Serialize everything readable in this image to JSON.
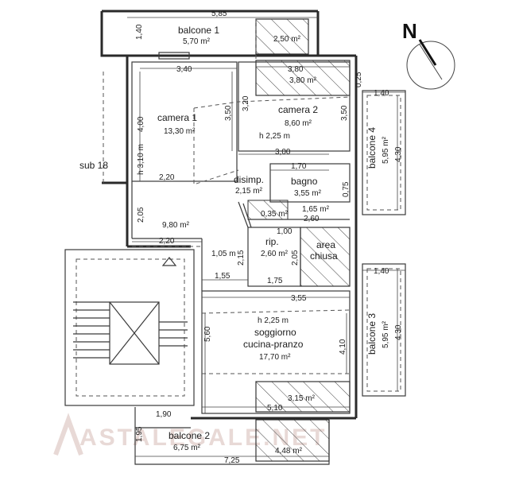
{
  "compass": {
    "label": "N"
  },
  "watermark": "ASTALEGALE.NET",
  "rooms": {
    "balcone1": {
      "name": "balcone 1",
      "area": "5,70 m²"
    },
    "balcone1_ext": {
      "area": "2,50 m²"
    },
    "loggia_top": {
      "area": "3,80 m²"
    },
    "camera1": {
      "name": "camera 1",
      "area": "13,30 m²"
    },
    "camera2": {
      "name": "camera 2",
      "area": "8,60 m²"
    },
    "camera2_h": "h 2,25 m",
    "disimp": {
      "name": "disimp.",
      "area": "2,15 m²"
    },
    "bagno": {
      "name": "bagno",
      "area": "3,55 m²"
    },
    "corridor": {
      "area": "9,80 m²"
    },
    "small": {
      "area": "0,35 m²"
    },
    "small2": {
      "area": "1,65 m²"
    },
    "rip": {
      "name": "rip.",
      "area": "2,60 m²"
    },
    "area_chiusa": {
      "name1": "area",
      "name2": "chiusa"
    },
    "soggiorno": {
      "name1": "soggiorno",
      "name2": "cucina-pranzo",
      "area": "17,70 m²"
    },
    "soggiorno_h": "h 2,25 m",
    "loggia_bottom": {
      "area": "3,15 m²"
    },
    "balcone2": {
      "name": "balcone 2",
      "area": "6,75 m²"
    },
    "balcone2_ext": {
      "area": "4,48 m²"
    },
    "balcone3": {
      "name": "balcone 3",
      "area": "5,95 m²"
    },
    "balcone4": {
      "name": "balcone 4",
      "area": "5,95 m²"
    },
    "sub": "sub 18"
  },
  "dims": {
    "d585": "5,85",
    "d140a": "1,40",
    "d340": "3,40",
    "d380": "3,80",
    "d025": "0,25",
    "d400": "4,00",
    "d350a": "3,50",
    "d320": "3,20",
    "d350b": "3,50",
    "d140b": "1,40",
    "d430a": "4,30",
    "d300": "3,00",
    "d310": "h 3,10 m",
    "d220a": "2,20",
    "d170": "1,70",
    "d075": "0,75",
    "d205a": "2,05",
    "d260": "2,60",
    "d100": "1,00",
    "d220b": "2,20",
    "d105": "1,05 m",
    "d215": "2,15",
    "d205b": "2,05",
    "d155": "1,55",
    "d175": "1,75",
    "d355": "3,55",
    "d140c": "1,40",
    "d560": "5,60",
    "d410": "4,10",
    "d430b": "4,30",
    "d510": "5,10",
    "d190": "1,90",
    "d195": "1,95",
    "d725": "7,25"
  }
}
